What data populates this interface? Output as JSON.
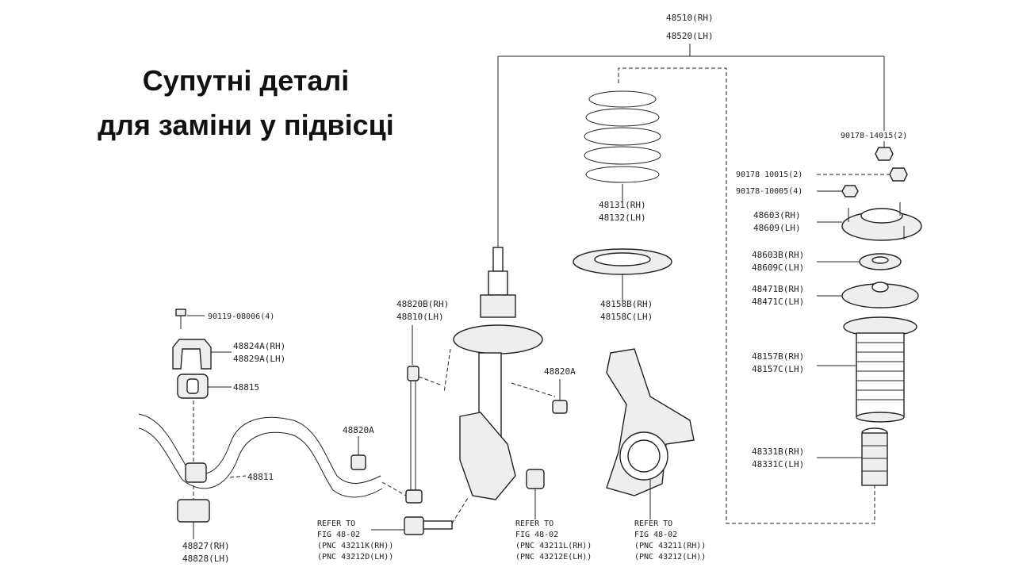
{
  "title": {
    "line1": "Супутні деталі",
    "line2": "для заміни у підвісці"
  },
  "labels": {
    "strut_rh": "48510(RH)",
    "strut_lh": "48520(LH)",
    "spring_rh": "48131(RH)",
    "spring_lh": "48132(LH)",
    "seat_rh": "48158B(RH)",
    "seat_lh": "48158C(LH)",
    "nut_top": "90178-14015(2)",
    "nut_mid": "90178 10015(2)",
    "nut_low": "90178-10005(4)",
    "support_rh": "48603(RH)",
    "support_lh": "48609(LH)",
    "bearing_rh": "48603B(RH)",
    "bearing_lh": "48609C(LH)",
    "insulator_rh": "48471B(RH)",
    "insulator_lh": "48471C(LH)",
    "boot_rh": "48157B(RH)",
    "boot_lh": "48157C(LH)",
    "bumper_rh": "48331B(RH)",
    "bumper_lh": "48331C(LH)",
    "link_rh": "48820B(RH)",
    "link_lh": "48810(LH)",
    "link_nut": "48820A",
    "link_nut_bar": "48820A",
    "bolt": "90119-08006(4)",
    "bracket_rh": "48824A(RH)",
    "bracket_lh": "48829A(LH)",
    "bushing": "48815",
    "stabilizer": "48811",
    "clamp_rh": "48827(RH)",
    "clamp_lh": "48828(LH)",
    "ref1_a": "REFER TO",
    "ref1_b": "FIG 48-02",
    "ref1_c": "(PNC 43211K(RH))",
    "ref1_d": "(PNC 43212D(LH))",
    "ref2_a": "REFER TO",
    "ref2_b": "FIG 48-02",
    "ref2_c": "(PNC 43211L(RH))",
    "ref2_d": "(PNC 43212E(LH))",
    "ref3_a": "REFER TO",
    "ref3_b": "FIG 48-02",
    "ref3_c": "(PNC 43211(RH))",
    "ref3_d": "(PNC 43212(LH))"
  }
}
